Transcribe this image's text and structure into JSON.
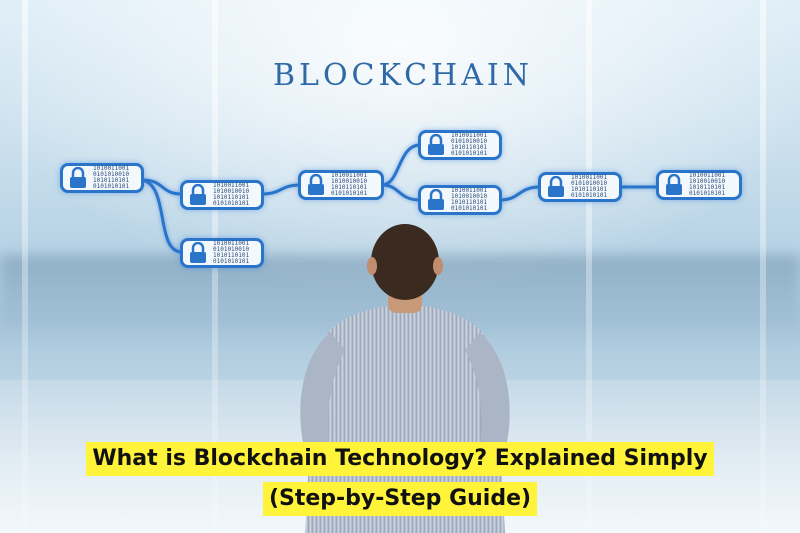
{
  "banner": {
    "word": "BLOCKCHAIN"
  },
  "headline": {
    "line1": "What is Blockchain Technology? Explained Simply",
    "line2": "(Step-by-Step Guide)"
  },
  "blocks": [
    {
      "bits": "1010011001\n0101010010\n1010110101\n0101010101"
    },
    {
      "bits": "1010011001\n1010010010\n1010110101\n0101010101"
    },
    {
      "bits": "1010011001\n0101010010\n1010110101\n0101010101"
    },
    {
      "bits": "1010011001\n1010010010\n1010110101\n0101010101"
    },
    {
      "bits": "1010011001\n0101010010\n1010110101\n0101010101"
    },
    {
      "bits": "1010011001\n1010010010\n1010110101\n0101010101"
    },
    {
      "bits": "1010011001\n0101010010\n1010110101\n0101010101"
    },
    {
      "bits": "1010011001\n1010010010\n1010110101\n0101010101"
    }
  ],
  "colors": {
    "block_border": "#2a74c9",
    "headline_highlight": "#fff43a",
    "banner_text": "#2f6aa6"
  },
  "icons": [
    "lock-icon"
  ]
}
